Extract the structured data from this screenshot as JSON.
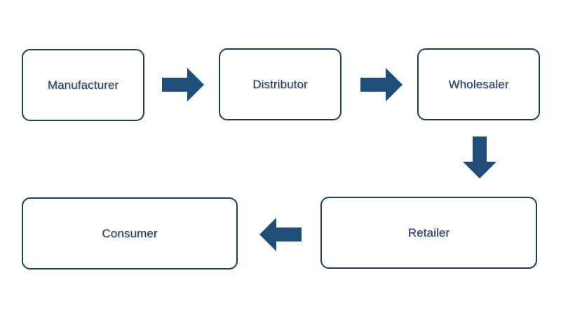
{
  "diagram": {
    "colors": {
      "stroke": "#1f3d63",
      "arrow_fill": "#1f4e79",
      "text": "#1f3d63"
    },
    "nodes": {
      "manufacturer": "Manufacturer",
      "distributor": "Distributor",
      "wholesaler": "Wholesaler",
      "retailer": "Retailer",
      "consumer": "Consumer"
    },
    "arrows": [
      {
        "from": "Manufacturer",
        "to": "Distributor",
        "direction": "right"
      },
      {
        "from": "Distributor",
        "to": "Wholesaler",
        "direction": "right"
      },
      {
        "from": "Wholesaler",
        "to": "Retailer",
        "direction": "down"
      },
      {
        "from": "Retailer",
        "to": "Consumer",
        "direction": "left"
      }
    ]
  }
}
